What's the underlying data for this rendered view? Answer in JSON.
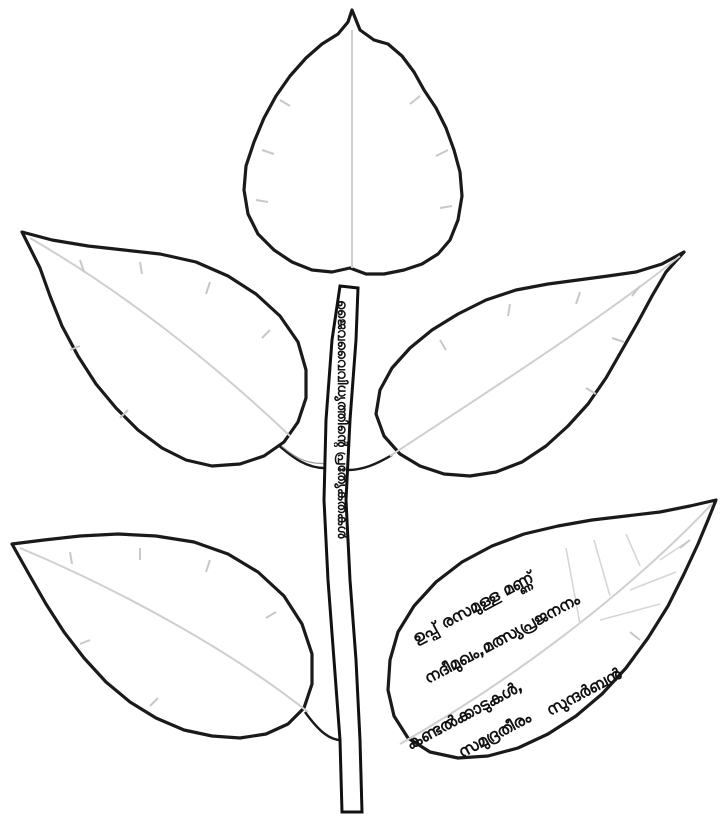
{
  "stem_label": "ജൈവവൈവിധ്യത്തിന്റെ പ്രത്യേകതകൾ",
  "leaf_words": [
    "ഉപ്പ് രസമുള്ള മണ്ണ്",
    "നദീമുഖം,മത്സ്യപ്രജനനം",
    "കണ്ടൽക്കാടുകൾ,",
    "സമുദ്രതീരം",
    "സുന്ദർബൻ"
  ]
}
